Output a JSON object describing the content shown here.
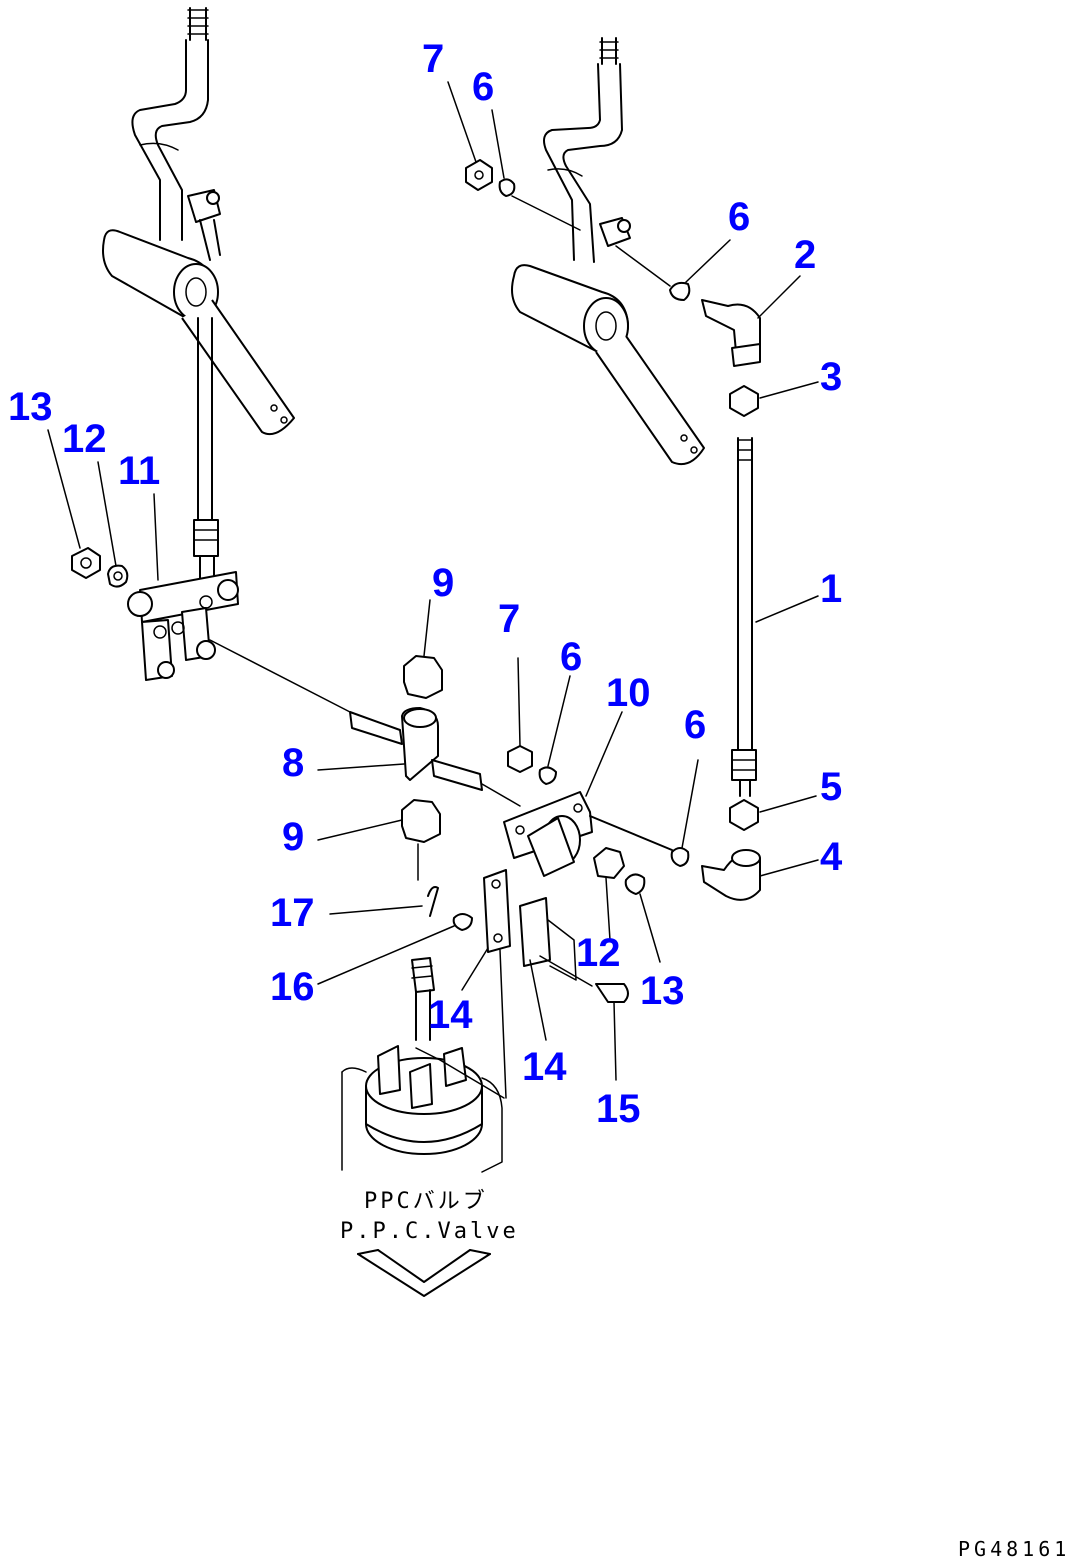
{
  "diagram": {
    "callouts": [
      "1",
      "2",
      "3",
      "4",
      "5",
      "6",
      "6",
      "6",
      "6",
      "7",
      "7",
      "8",
      "9",
      "9",
      "10",
      "11",
      "12",
      "12",
      "13",
      "13",
      "14",
      "14",
      "15",
      "16",
      "17"
    ],
    "valve_label_jp": "PPCバルブ",
    "valve_label_en": "P.P.C.Valve",
    "drawing_code": "PG48161"
  }
}
